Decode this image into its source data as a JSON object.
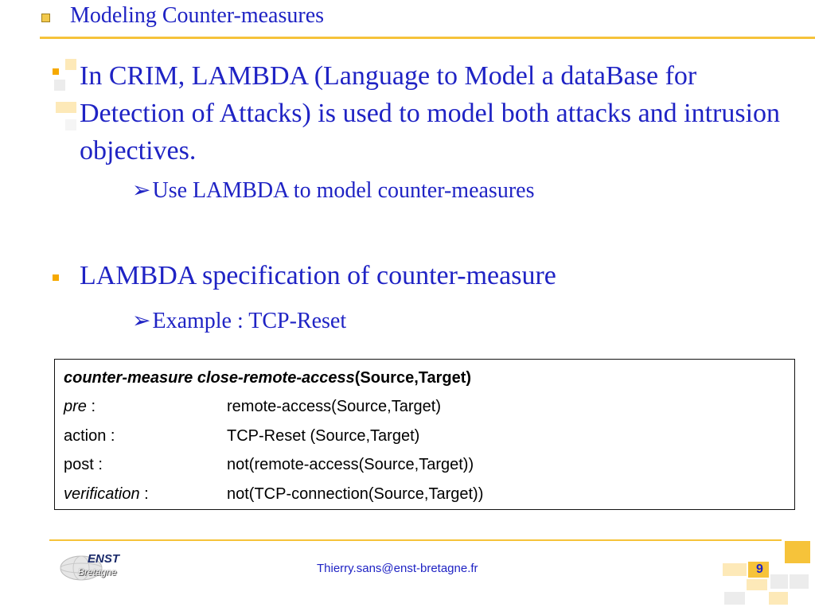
{
  "title": "Modeling Counter-measures",
  "bullet1": {
    "text": "In CRIM, LAMBDA (Language to Model a dataBase for Detection of Attacks) is used to model both attacks and intrusion objectives.",
    "sub": "Use LAMBDA to model counter-measures"
  },
  "bullet2": {
    "text": "LAMBDA specification of counter-measure",
    "sub": "Example : TCP-Reset"
  },
  "spec": {
    "header_keyword": "counter-measure close-remote-access",
    "header_args": "(Source,Target)",
    "pre_key": "pre",
    "pre_sep": " :",
    "pre_value": "remote-access(Source,Target)",
    "action_key": "action :",
    "action_value": "TCP-Reset (Source,Target)",
    "post_key": "post :",
    "post_value": "not(remote-access(Source,Target))",
    "verification_key": "verification",
    "verification_sep": " :",
    "verification_value": "not(TCP-connection(Source,Target))"
  },
  "footer": {
    "logo_line1": "ENST",
    "logo_line2": "Bretagne",
    "email": "Thierry.sans@enst-bretagne.fr",
    "page_number": "9"
  },
  "colors": {
    "text_blue": "#1f23c4",
    "accent_yellow": "#f6c33a",
    "bullet_orange": "#f6a900"
  }
}
